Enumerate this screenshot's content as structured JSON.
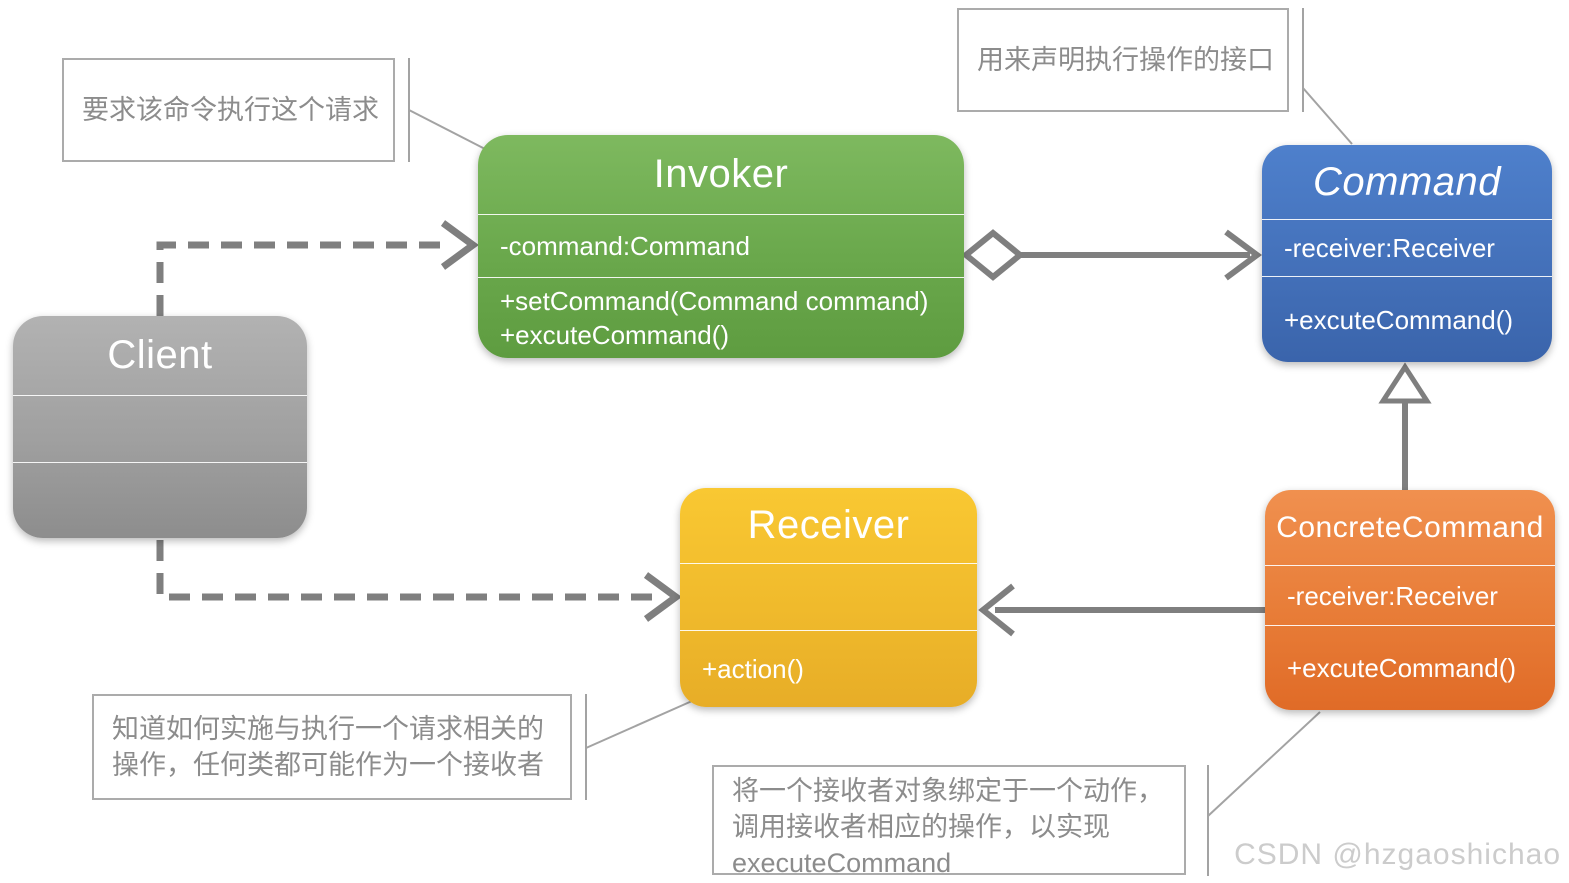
{
  "diagram": {
    "title_hint": "Command design pattern UML diagram",
    "classes": {
      "invoker": {
        "title": "Invoker",
        "attributes": [
          "-command:Command"
        ],
        "methods": [
          "+setCommand(Command command)",
          "+excuteCommand()"
        ],
        "color": "#6aa84c"
      },
      "command": {
        "title": "Command",
        "attributes": [
          "-receiver:Receiver"
        ],
        "methods": [
          "+excuteCommand()"
        ],
        "color": "#4471ba"
      },
      "client": {
        "title": "Client",
        "attributes": [],
        "methods": [],
        "color": "#a0a0a0"
      },
      "receiver": {
        "title": "Receiver",
        "attributes": [],
        "methods": [
          "+action()"
        ],
        "color": "#f0ba2c"
      },
      "concrete_command": {
        "title": "ConcreteCommand",
        "attributes": [
          "-receiver:Receiver"
        ],
        "methods": [
          "+excuteCommand()"
        ],
        "color": "#e87d38"
      }
    },
    "annotations": {
      "invoker_note": {
        "lines": [
          "要求该命令执行这个请求"
        ]
      },
      "command_note": {
        "lines": [
          "用来声明执行操作的接口"
        ]
      },
      "receiver_note": {
        "lines": [
          "知道如何实施与执行一个请求相关的",
          "操作，任何类都可能作为一个接收者"
        ]
      },
      "concrete_command_note": {
        "lines": [
          "将一个接收者对象绑定于一个动作，",
          "调用接收者相应的操作，以实现",
          "executeCommand"
        ]
      }
    },
    "relations": {
      "client_to_invoker": "dashed dependency arrow",
      "client_to_receiver": "dashed dependency arrow",
      "invoker_to_command": "aggregation (open diamond at Invoker, open arrow at Command)",
      "concrete_command_to_command": "inheritance (hollow triangle)",
      "concrete_command_to_receiver": "association arrow"
    },
    "line_color": "#7f7f7f",
    "watermark": "CSDN @hzgaoshichao"
  }
}
